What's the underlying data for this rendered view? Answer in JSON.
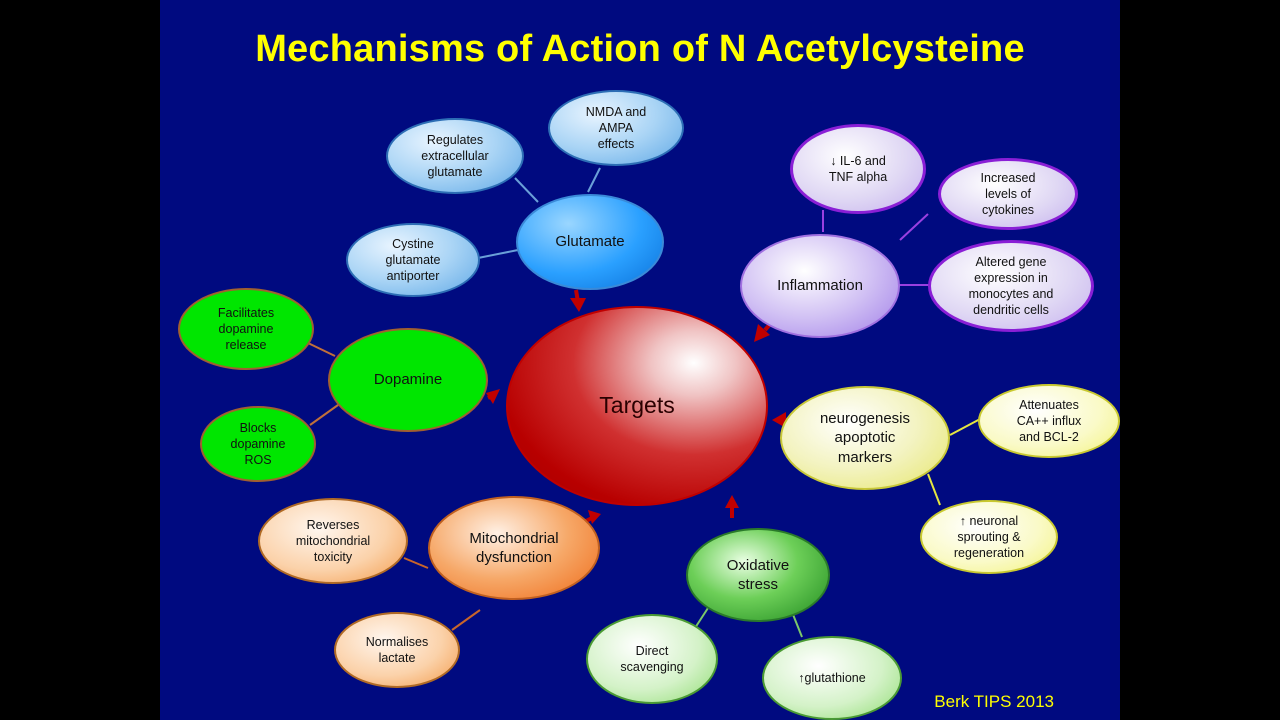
{
  "title": "Mechanisms of Action of N Acetylcysteine",
  "center": "Targets",
  "groups": {
    "glutamate": {
      "label": "Glutamate",
      "color": "#2aa0ff",
      "leaves": [
        "Regulates\nextracellular\nglutamate",
        "NMDA and\nAMPA\neffects",
        "Cystine\nglutamate\nantiporter"
      ]
    },
    "inflammation": {
      "label": "Inflammation",
      "color": "#a07ee8",
      "leaves": [
        "↓ IL-6 and\nTNF alpha",
        "Increased\nlevels of\ncytokines",
        "Altered gene\nexpression in\nmonocytes and\ndendritic cells"
      ]
    },
    "dopamine": {
      "label": "Dopamine",
      "color": "#00e600",
      "leaves": [
        "Facilitates\ndopamine\nrelease",
        "Blocks\ndopamine\nROS"
      ]
    },
    "neurogenesis": {
      "label": "neurogenesis\napoptotic\nmarkers",
      "color": "#e6e66a",
      "leaves": [
        "Attenuates\nCA++ influx\nand BCL-2",
        "↑ neuronal\nsprouting &\nregeneration"
      ]
    },
    "mitochondrial": {
      "label": "Mitochondrial\ndysfunction",
      "color": "#ef6a18",
      "leaves": [
        "Reverses\nmitochondrial\ntoxicity",
        "Normalises\nlactate"
      ]
    },
    "oxidative": {
      "label": "Oxidative\nstress",
      "color": "#1f8a1f",
      "leaves": [
        "Direct\nscavenging",
        "↑glutathione"
      ]
    }
  },
  "citation": "Berk TIPS 2013",
  "colors": {
    "background": "#000a80",
    "title": "#ffff00",
    "arrow": "#c00000"
  }
}
